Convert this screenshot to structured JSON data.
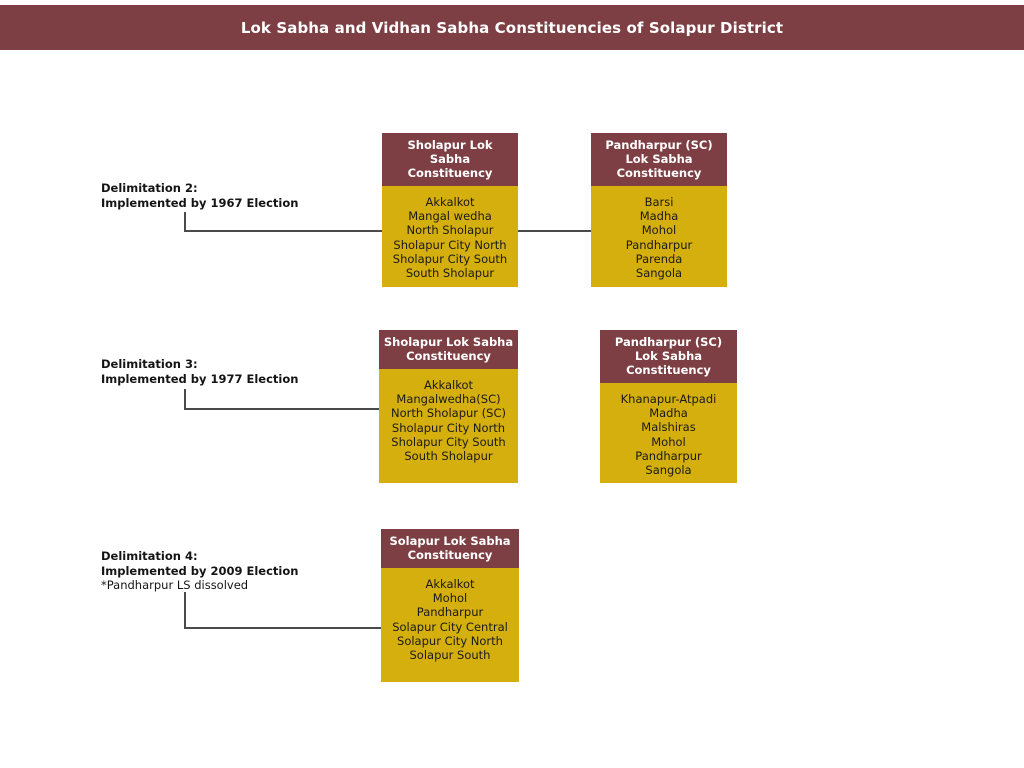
{
  "header": {
    "title": "Lok Sabha and Vidhan Sabha Constituencies of Solapur District",
    "band_color": "#7d3f43",
    "text_color": "#ffffff"
  },
  "palette": {
    "maroon": "#7d3f43",
    "gold": "#d4af0e",
    "connector": "#4a4a4a",
    "text_dark": "#1a1a1a",
    "background": "#ffffff"
  },
  "rows": [
    {
      "label": {
        "line1": "Delimitation 2:",
        "line2": "Implemented by 1967 Election",
        "note": ""
      },
      "boxes": [
        {
          "header_line1": "Sholapur Lok Sabha",
          "header_line2": "Constituency",
          "items": [
            "Akkalkot",
            "Mangal wedha",
            "North Sholapur",
            "Sholapur City North",
            "Sholapur City South",
            "South Sholapur"
          ]
        },
        {
          "header_line1": "Pandharpur (SC)",
          "header_line2": "Lok Sabha Constituency",
          "items": [
            "Barsi",
            "Madha",
            "Mohol",
            "Pandharpur",
            "Parenda",
            "Sangola"
          ]
        }
      ]
    },
    {
      "label": {
        "line1": "Delimitation 3:",
        "line2": "Implemented by 1977 Election",
        "note": ""
      },
      "boxes": [
        {
          "header_line1": "Sholapur Lok Sabha",
          "header_line2": "Constituency",
          "items": [
            "Akkalkot",
            "Mangalwedha(SC)",
            "North Sholapur (SC)",
            "Sholapur City North",
            "Sholapur City South",
            "South Sholapur"
          ]
        },
        {
          "header_line1": "Pandharpur (SC)",
          "header_line2": "Lok Sabha Constituency",
          "items": [
            "Khanapur-Atpadi",
            "Madha",
            "Malshiras",
            "Mohol",
            "Pandharpur",
            "Sangola"
          ]
        }
      ]
    },
    {
      "label": {
        "line1": "Delimitation 4:",
        "line2": "Implemented by 2009 Election",
        "note": "*Pandharpur LS dissolved"
      },
      "boxes": [
        {
          "header_line1": "Solapur Lok Sabha",
          "header_line2": "Constituency",
          "items": [
            "Akkalkot",
            "Mohol",
            "Pandharpur",
            "Solapur City Central",
            "Solapur City North",
            "Solapur South"
          ]
        }
      ]
    }
  ]
}
